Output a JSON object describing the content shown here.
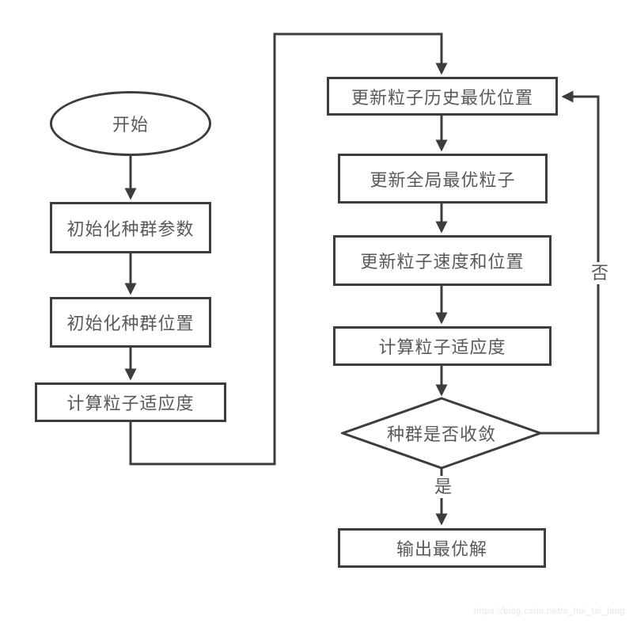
{
  "page": {
    "background": "#ffffff",
    "stroke_color": "#3d3d3d",
    "text_color": "#595959"
  },
  "flowchart": {
    "nodes": {
      "start": {
        "label": "开始",
        "shape": "ellipse"
      },
      "init_params": {
        "label": "初始化种群参数",
        "shape": "rect"
      },
      "init_positions": {
        "label": "初始化种群位置",
        "shape": "rect"
      },
      "calc_fitness_left": {
        "label": "计算粒子适应度",
        "shape": "rect"
      },
      "update_pbest": {
        "label": "更新粒子历史最优位置",
        "shape": "rect"
      },
      "update_gbest": {
        "label": "更新全局最优粒子",
        "shape": "rect"
      },
      "update_velocity": {
        "label": "更新粒子速度和位置",
        "shape": "rect"
      },
      "calc_fitness_right": {
        "label": "计算粒子适应度",
        "shape": "rect"
      },
      "converged": {
        "label": "种群是否收敛",
        "shape": "diamond"
      },
      "output": {
        "label": "输出最优解",
        "shape": "rect"
      }
    },
    "edge_labels": {
      "yes": "是",
      "no": "否"
    }
  },
  "watermark": {
    "text": "https://blog.csdn.net/a_hui_tai_lang"
  }
}
